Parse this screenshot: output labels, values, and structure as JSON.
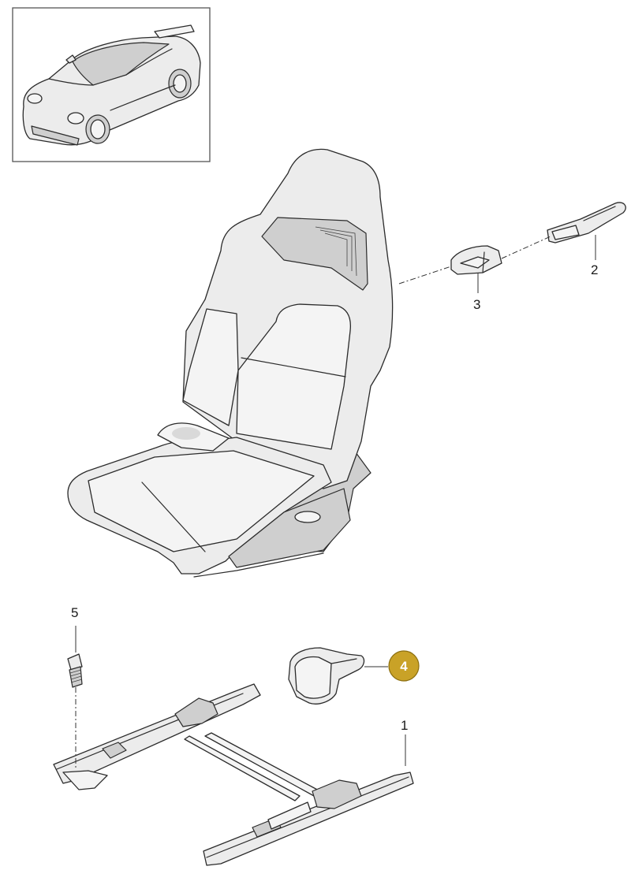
{
  "callouts": {
    "c1": "1",
    "c2": "2",
    "c3": "3",
    "c4": "4",
    "c5": "5"
  },
  "highlight_color": "#c9a227",
  "icons": [
    "vehicle-thumbnail",
    "sports-seat",
    "seat-rail-frame",
    "trim-cover",
    "cap",
    "strap",
    "bolt"
  ]
}
